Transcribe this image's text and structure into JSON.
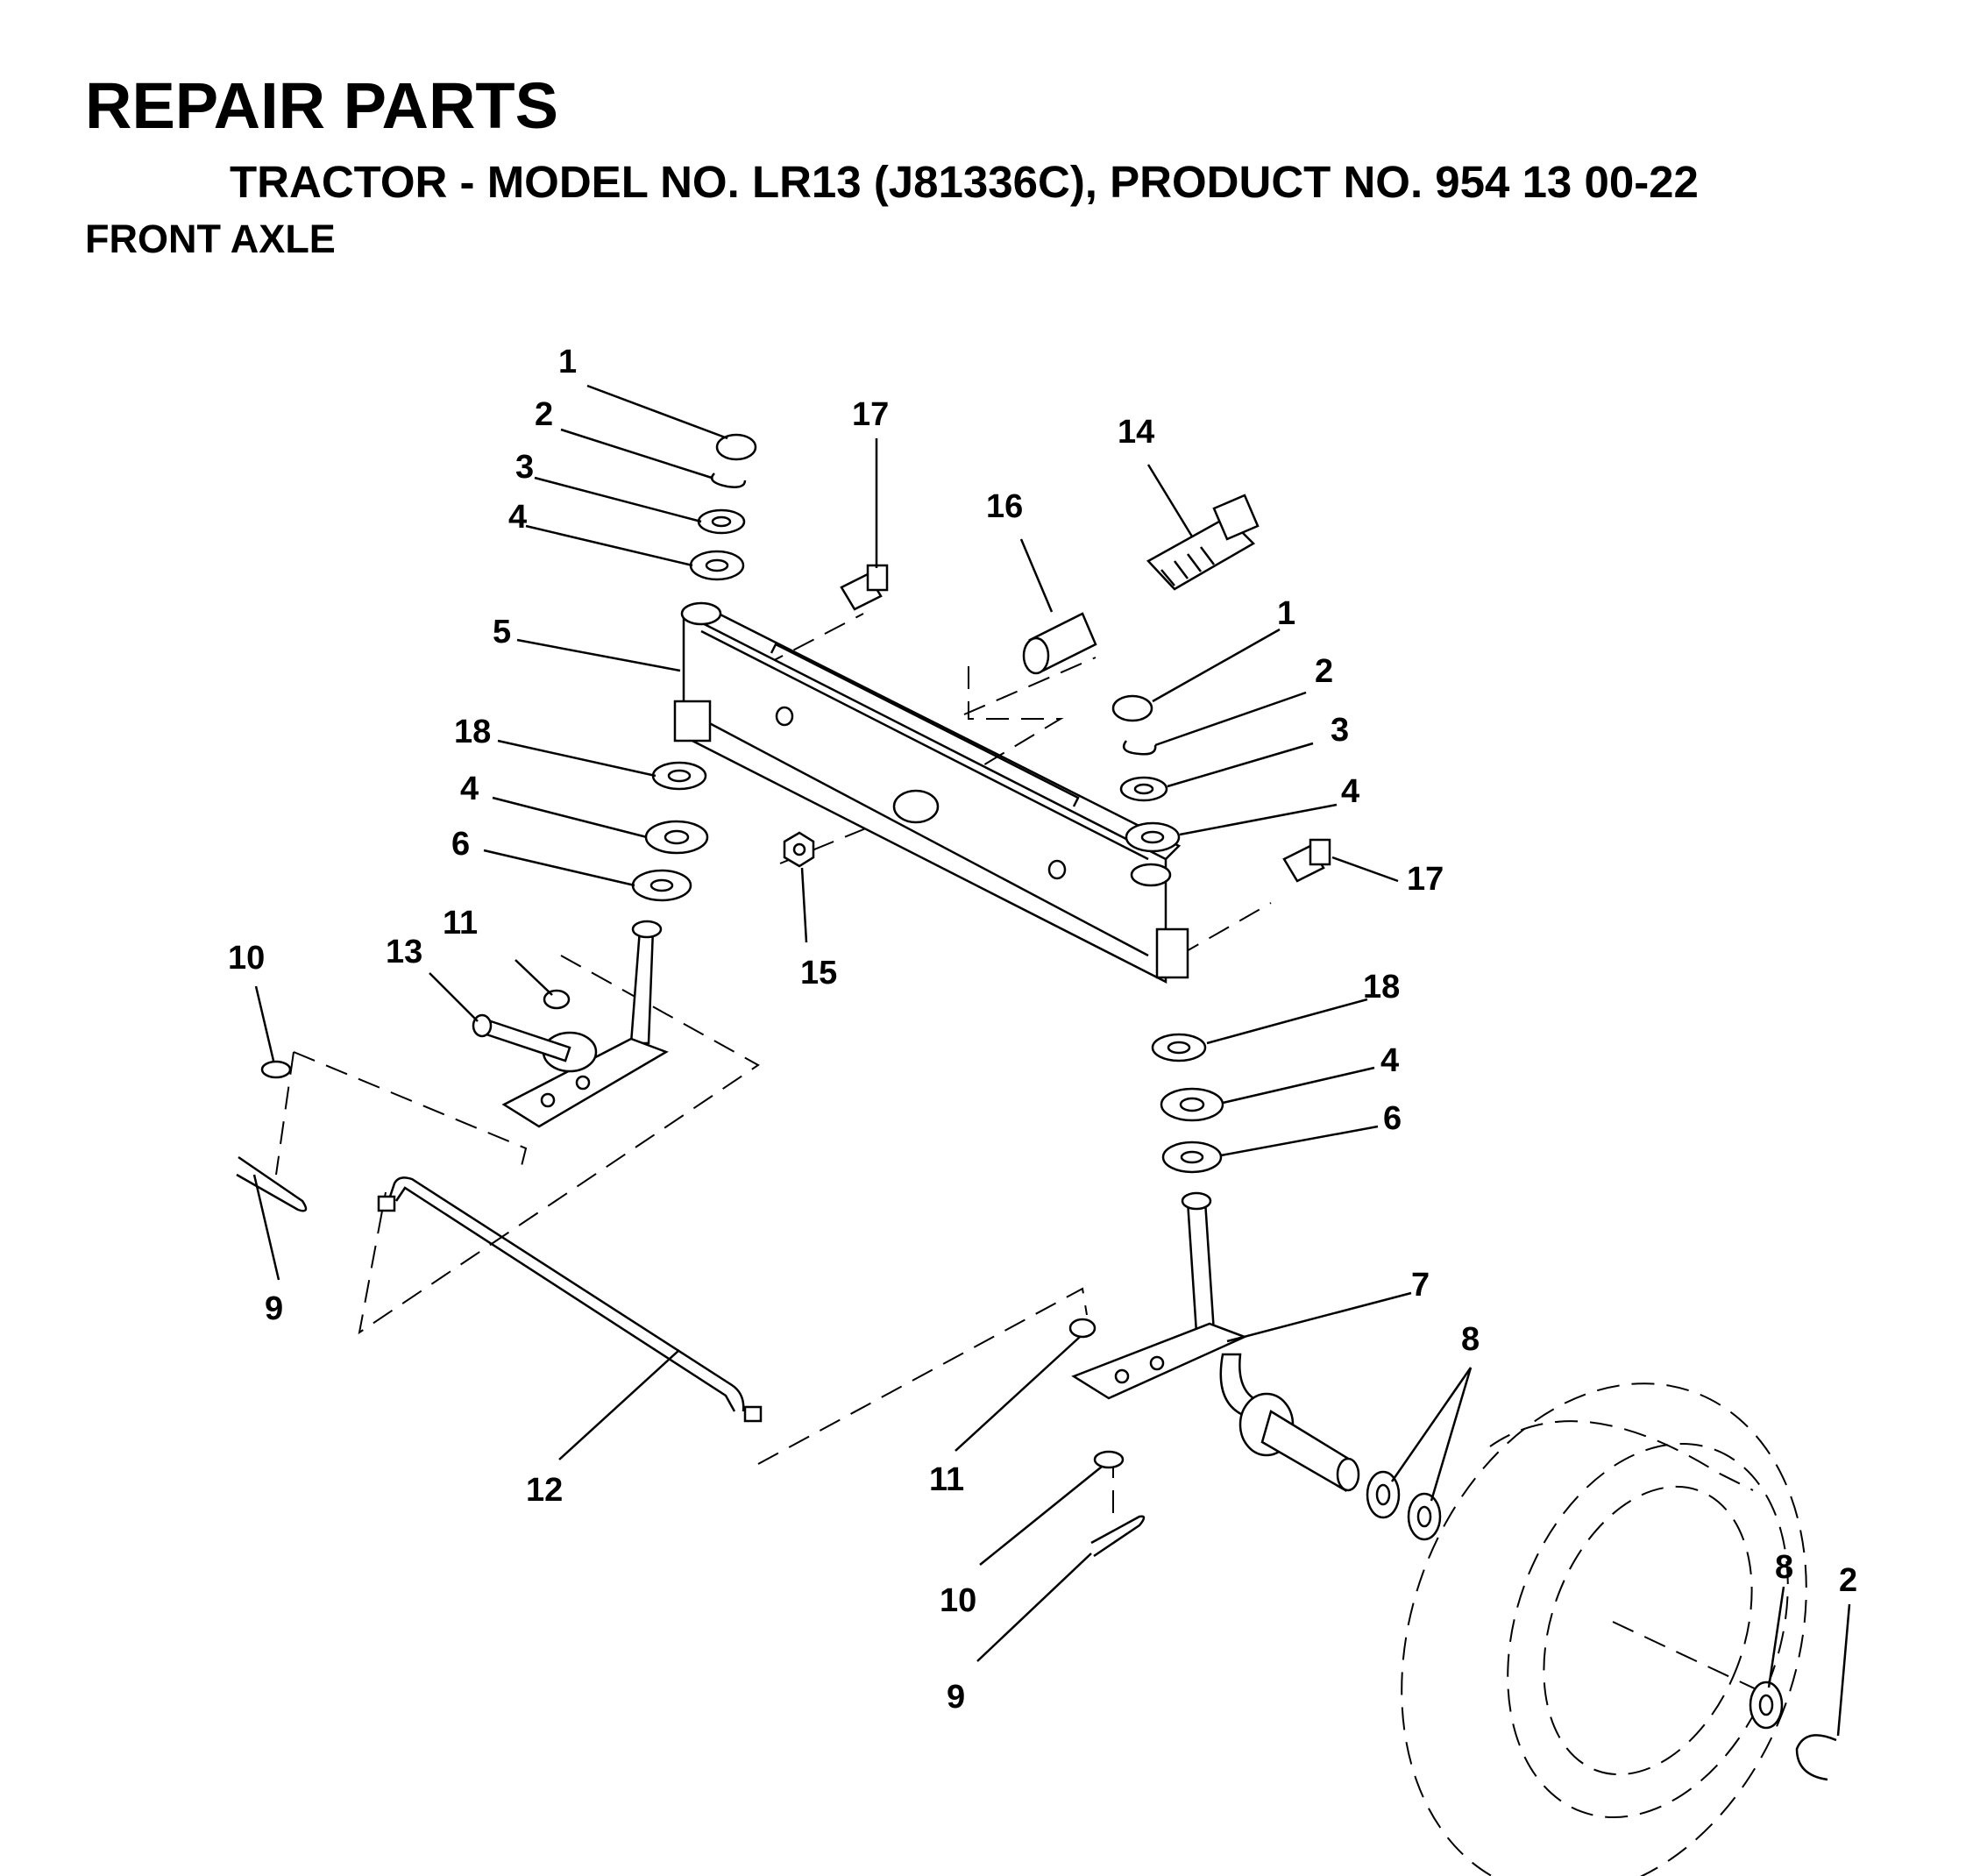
{
  "header": {
    "title": "REPAIR PARTS",
    "subtitle": "TRACTOR - MODEL NO. LR13 (J81336C), PRODUCT NO. 954 13 00-22",
    "section": "FRONT AXLE"
  },
  "callouts": [
    {
      "id": "c1a",
      "label": "1"
    },
    {
      "id": "c2a",
      "label": "2"
    },
    {
      "id": "c3a",
      "label": "3"
    },
    {
      "id": "c4a",
      "label": "4"
    },
    {
      "id": "c5",
      "label": "5"
    },
    {
      "id": "c18a",
      "label": "18"
    },
    {
      "id": "c4b",
      "label": "4"
    },
    {
      "id": "c6a",
      "label": "6"
    },
    {
      "id": "c11a",
      "label": "11"
    },
    {
      "id": "c13",
      "label": "13"
    },
    {
      "id": "c10a",
      "label": "10"
    },
    {
      "id": "c9a",
      "label": "9"
    },
    {
      "id": "c12",
      "label": "12"
    },
    {
      "id": "c17a",
      "label": "17"
    },
    {
      "id": "c16",
      "label": "16"
    },
    {
      "id": "c14",
      "label": "14"
    },
    {
      "id": "c15",
      "label": "15"
    },
    {
      "id": "c1b",
      "label": "1"
    },
    {
      "id": "c2b",
      "label": "2"
    },
    {
      "id": "c3b",
      "label": "3"
    },
    {
      "id": "c4c",
      "label": "4"
    },
    {
      "id": "c17b",
      "label": "17"
    },
    {
      "id": "c18b",
      "label": "18"
    },
    {
      "id": "c4d",
      "label": "4"
    },
    {
      "id": "c6b",
      "label": "6"
    },
    {
      "id": "c7",
      "label": "7"
    },
    {
      "id": "c8a",
      "label": "8"
    },
    {
      "id": "c11b",
      "label": "11"
    },
    {
      "id": "c10b",
      "label": "10"
    },
    {
      "id": "c9b",
      "label": "9"
    },
    {
      "id": "c8b",
      "label": "8"
    },
    {
      "id": "c2c",
      "label": "2"
    }
  ]
}
